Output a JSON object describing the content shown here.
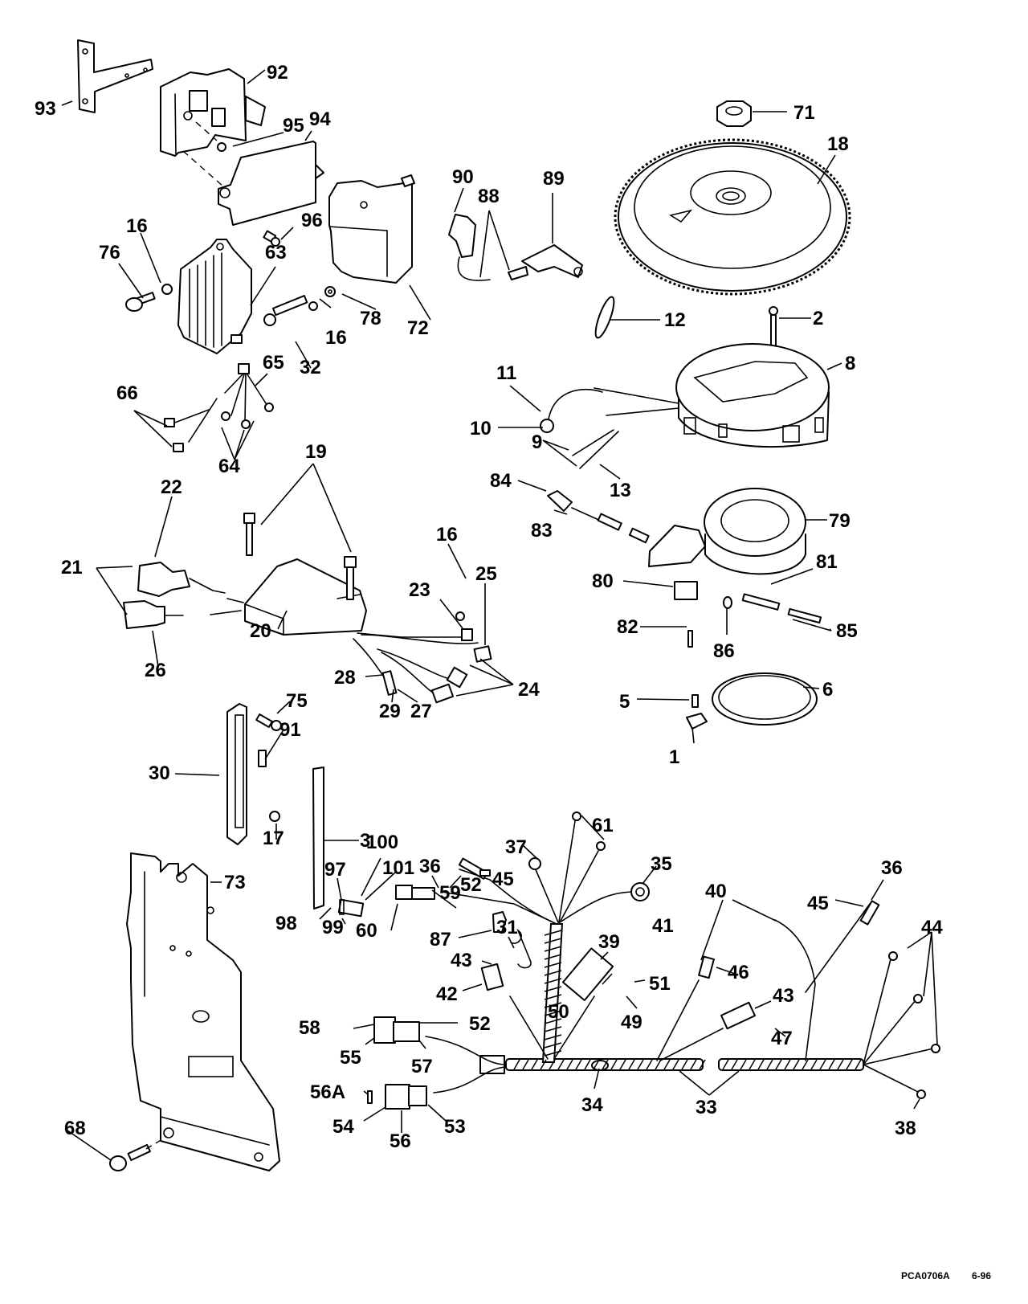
{
  "diagram": {
    "title": "Ignition / Electrical Components Exploded Parts Diagram",
    "drawing_code": "PCA0706A",
    "revision_date": "6-96",
    "callouts": {
      "c1": "1",
      "c2": "2",
      "c3": "3",
      "c5": "5",
      "c6": "6",
      "c8": "8",
      "c9": "9",
      "c10": "10",
      "c11": "11",
      "c12": "12",
      "c13": "13",
      "c16a": "16",
      "c16b": "16",
      "c16c": "16",
      "c17": "17",
      "c18": "18",
      "c19": "19",
      "c20": "20",
      "c21": "21",
      "c22": "22",
      "c23": "23",
      "c24": "24",
      "c25": "25",
      "c26": "26",
      "c27": "27",
      "c28": "28",
      "c29": "29",
      "c30": "30",
      "c31": "31",
      "c32": "32",
      "c33": "33",
      "c34": "34",
      "c35": "35",
      "c36a": "36",
      "c36b": "36",
      "c37": "37",
      "c38": "38",
      "c39": "39",
      "c40": "40",
      "c41": "41",
      "c42": "42",
      "c43a": "43",
      "c43b": "43",
      "c44": "44",
      "c45a": "45",
      "c45b": "45",
      "c46": "46",
      "c47": "47",
      "c49": "49",
      "c50": "50",
      "c51": "51",
      "c52a": "52",
      "c52b": "52",
      "c53": "53",
      "c54": "54",
      "c55": "55",
      "c56": "56",
      "c56a": "56A",
      "c57": "57",
      "c58": "58",
      "c59": "59",
      "c60": "60",
      "c61": "61",
      "c63": "63",
      "c64": "64",
      "c65": "65",
      "c66": "66",
      "c68": "68",
      "c71": "71",
      "c72": "72",
      "c73": "73",
      "c75": "75",
      "c76": "76",
      "c78": "78",
      "c79": "79",
      "c80": "80",
      "c81": "81",
      "c82": "82",
      "c83": "83",
      "c84": "84",
      "c85": "85",
      "c86": "86",
      "c87": "87",
      "c88": "88",
      "c89": "89",
      "c90": "90",
      "c91": "91",
      "c92": "92",
      "c93": "93",
      "c94": "94",
      "c95": "95",
      "c96": "96",
      "c97": "97",
      "c98": "98",
      "c99": "99",
      "c100": "100",
      "c101": "101"
    },
    "parts": [
      {
        "ref": "18",
        "name": "flywheel"
      },
      {
        "ref": "71",
        "name": "flywheel nut"
      },
      {
        "ref": "8",
        "name": "stator"
      },
      {
        "ref": "79",
        "name": "timer base"
      },
      {
        "ref": "20",
        "name": "power pack"
      },
      {
        "ref": "63",
        "name": "rectifier / regulator"
      },
      {
        "ref": "72",
        "name": "ignition coil"
      },
      {
        "ref": "30",
        "name": "terminal block"
      },
      {
        "ref": "73",
        "name": "electrical bracket"
      },
      {
        "ref": "33",
        "name": "wiring harness"
      }
    ]
  }
}
